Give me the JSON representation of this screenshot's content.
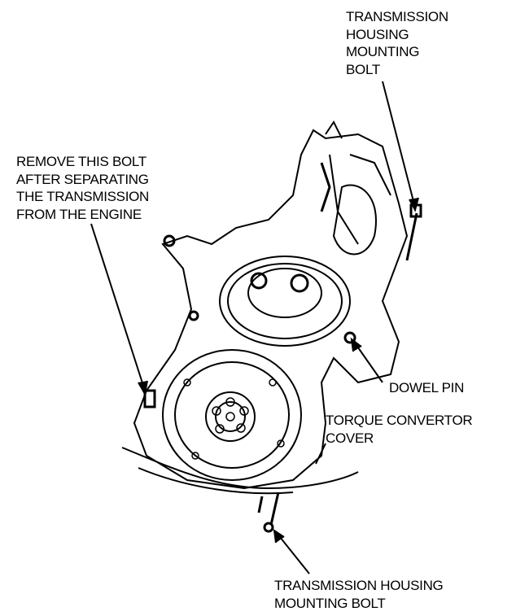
{
  "labels": {
    "top_bolt": [
      "TRANSMISSION",
      "HOUSING",
      "MOUNTING",
      "BOLT"
    ],
    "remove_bolt": [
      "REMOVE THIS BOLT",
      "AFTER SEPARATING",
      "THE TRANSMISSION",
      "FROM THE ENGINE"
    ],
    "dowel_pin": "DOWEL PIN",
    "torque_cover": [
      "TORQUE CONVERTOR",
      "COVER"
    ],
    "bottom_bolt": [
      "TRANSMISSION HOUSING",
      "MOUNTING BOLT"
    ]
  }
}
